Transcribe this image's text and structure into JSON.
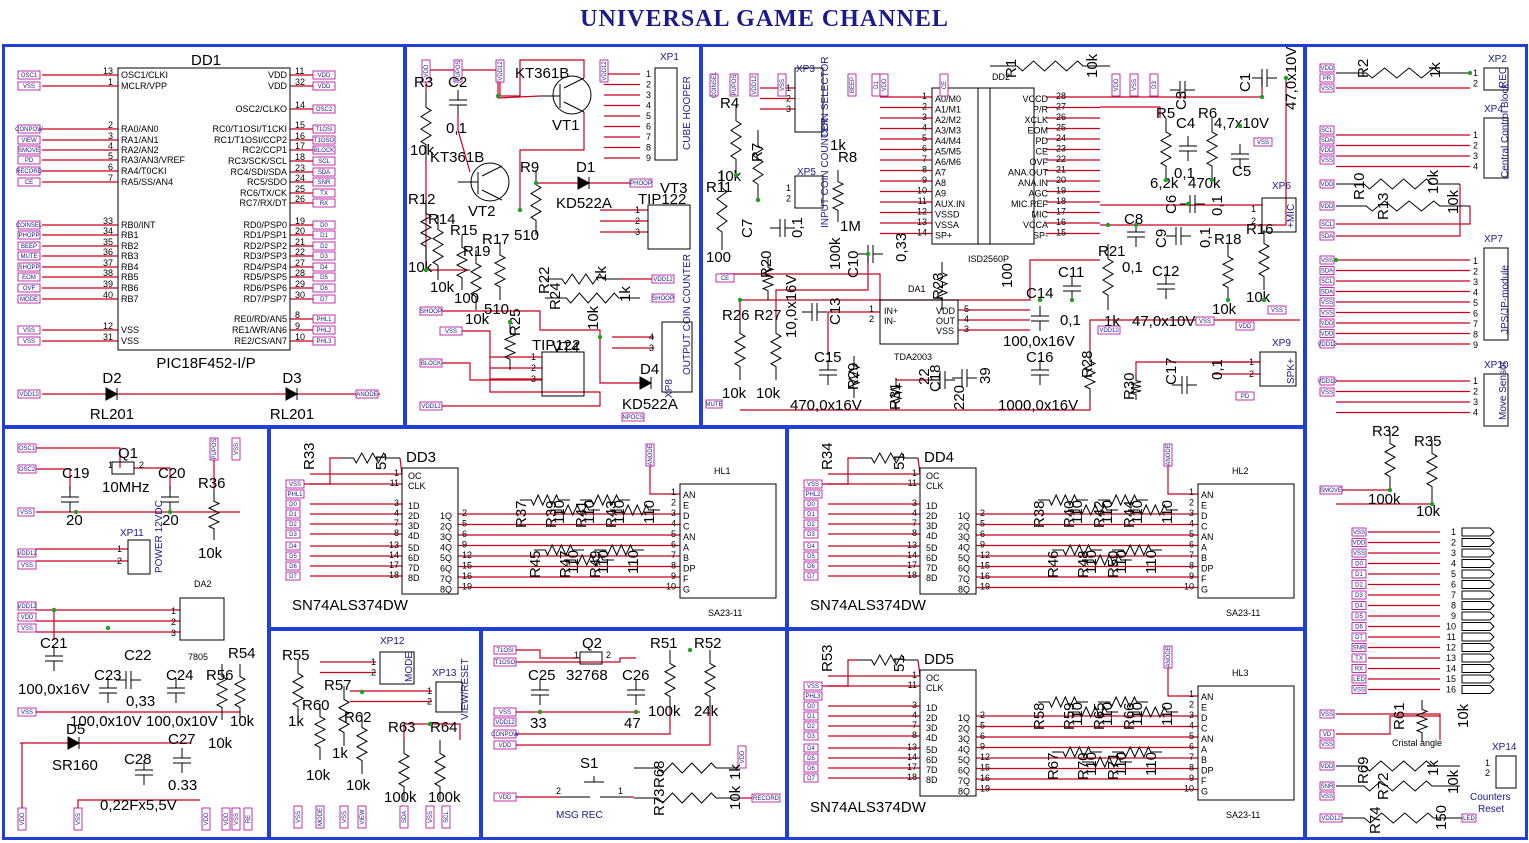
{
  "title": "UNIVERSAL GAME CHANNEL",
  "colors": {
    "wire": "#c8001e",
    "frame": "#1f3fd6",
    "text": "#000000",
    "connector_label": "#1a1a8c",
    "tag_border": "#b0009a",
    "node": "#1fa01f"
  },
  "chips": {
    "dd1": {
      "ref": "DD1",
      "part": "PIC18F452-I/P",
      "left_pins": [
        {
          "num": "13",
          "name": "OSC1/CLKI"
        },
        {
          "num": "1",
          "name": "MCLR/VPP"
        },
        {
          "num": "2",
          "name": "RA0/AN0"
        },
        {
          "num": "3",
          "name": "RA1/AN1"
        },
        {
          "num": "4",
          "name": "RA2/AN2"
        },
        {
          "num": "5",
          "name": "RA3/AN3/VREF"
        },
        {
          "num": "6",
          "name": "RA4/T0CKI"
        },
        {
          "num": "7",
          "name": "RA5/SS/AN4"
        },
        {
          "num": "33",
          "name": "RB0/INT"
        },
        {
          "num": "34",
          "name": "RB1"
        },
        {
          "num": "35",
          "name": "RB2"
        },
        {
          "num": "36",
          "name": "RB3"
        },
        {
          "num": "37",
          "name": "RB4"
        },
        {
          "num": "38",
          "name": "RB5"
        },
        {
          "num": "39",
          "name": "RB6"
        },
        {
          "num": "40",
          "name": "RB7"
        },
        {
          "num": "12",
          "name": "VSS"
        },
        {
          "num": "31",
          "name": "VSS"
        }
      ],
      "right_pins": [
        {
          "num": "11",
          "name": "VDD"
        },
        {
          "num": "32",
          "name": "VDD"
        },
        {
          "num": "14",
          "name": "OSC2/CLKO"
        },
        {
          "num": "15",
          "name": "RC0/T1OSI/T1CKI"
        },
        {
          "num": "16",
          "name": "RC1/T1OSI/CCP2"
        },
        {
          "num": "17",
          "name": "RC2/CCP1"
        },
        {
          "num": "18",
          "name": "RC3/SCK/SCL"
        },
        {
          "num": "23",
          "name": "RC4/SDI/SDA"
        },
        {
          "num": "24",
          "name": "RC5/SDO"
        },
        {
          "num": "25",
          "name": "RC6/TX/CK"
        },
        {
          "num": "26",
          "name": "RC7/RX/DT"
        },
        {
          "num": "19",
          "name": "RD0/PSP0"
        },
        {
          "num": "20",
          "name": "RD1/PSP1"
        },
        {
          "num": "21",
          "name": "RD2/PSP2"
        },
        {
          "num": "22",
          "name": "RD3/PSP3"
        },
        {
          "num": "27",
          "name": "RD4/PSP4"
        },
        {
          "num": "28",
          "name": "RD5/PSP5"
        },
        {
          "num": "29",
          "name": "RD6/PSP6"
        },
        {
          "num": "30",
          "name": "RD7/PSP7"
        },
        {
          "num": "8",
          "name": "RE0/RD/AN5"
        },
        {
          "num": "9",
          "name": "RE1/WR/AN6"
        },
        {
          "num": "10",
          "name": "RE2/CS/AN7"
        }
      ]
    },
    "dd2": {
      "ref": "DD2",
      "part": "ISD2560P",
      "left_pins": [
        {
          "num": "1",
          "name": "A0/M0"
        },
        {
          "num": "2",
          "name": "A1/M1"
        },
        {
          "num": "3",
          "name": "A2/M2"
        },
        {
          "num": "4",
          "name": "A3/M3"
        },
        {
          "num": "5",
          "name": "A4/M4"
        },
        {
          "num": "6",
          "name": "A5/M5"
        },
        {
          "num": "7",
          "name": "A6/M6"
        },
        {
          "num": "8",
          "name": "A7"
        },
        {
          "num": "9",
          "name": "A8"
        },
        {
          "num": "10",
          "name": "A9"
        },
        {
          "num": "11",
          "name": "AUX.IN"
        },
        {
          "num": "12",
          "name": "VSSD"
        },
        {
          "num": "13",
          "name": "VSSA"
        },
        {
          "num": "14",
          "name": "SP+"
        }
      ],
      "right_pins": [
        {
          "num": "28",
          "name": "VCCD"
        },
        {
          "num": "27",
          "name": "P/R"
        },
        {
          "num": "26",
          "name": "XCLK"
        },
        {
          "num": "25",
          "name": "EOM"
        },
        {
          "num": "24",
          "name": "PD"
        },
        {
          "num": "23",
          "name": "CE"
        },
        {
          "num": "22",
          "name": "OVF"
        },
        {
          "num": "21",
          "name": "ANA.OUT"
        },
        {
          "num": "20",
          "name": "ANA.IN"
        },
        {
          "num": "19",
          "name": "AGC"
        },
        {
          "num": "18",
          "name": "MIC.REF"
        },
        {
          "num": "17",
          "name": "MIC"
        },
        {
          "num": "16",
          "name": "VCCA"
        },
        {
          "num": "15",
          "name": "SP-"
        }
      ]
    },
    "da1": {
      "ref": "DA1",
      "part": "TDA2003",
      "left": [
        "IN+",
        "IN-"
      ],
      "left_nums": [
        "1",
        "2"
      ],
      "right": [
        "VDD",
        "OUT",
        "VSS"
      ],
      "right_nums": [
        "5",
        "4",
        "3"
      ]
    },
    "da2": {
      "ref": "DA2",
      "part": "7805",
      "pins": [
        "1",
        "2",
        "3"
      ]
    },
    "dd3": {
      "ref": "DD3",
      "part": "SN74ALS374DW"
    },
    "dd4": {
      "ref": "DD4",
      "part": "SN74ALS374DW"
    },
    "dd5": {
      "ref": "DD5",
      "part": "SN74ALS374DW"
    },
    "latch_left": [
      {
        "num": "1",
        "name": "OC"
      },
      {
        "num": "11",
        "name": "CLK"
      },
      {
        "num": "3",
        "name": "1D"
      },
      {
        "num": "4",
        "name": "2D"
      },
      {
        "num": "7",
        "name": "3D"
      },
      {
        "num": "8",
        "name": "4D"
      },
      {
        "num": "13",
        "name": "5D"
      },
      {
        "num": "14",
        "name": "6D"
      },
      {
        "num": "17",
        "name": "7D"
      },
      {
        "num": "18",
        "name": "8D"
      }
    ],
    "latch_right": [
      {
        "num": "2",
        "name": "1Q"
      },
      {
        "num": "5",
        "name": "2Q"
      },
      {
        "num": "6",
        "name": "3Q"
      },
      {
        "num": "9",
        "name": "4Q"
      },
      {
        "num": "12",
        "name": "5Q"
      },
      {
        "num": "15",
        "name": "6Q"
      },
      {
        "num": "16",
        "name": "7Q"
      },
      {
        "num": "19",
        "name": "8Q"
      }
    ],
    "hl1": {
      "ref": "HL1",
      "part": "SA23-11"
    },
    "hl2": {
      "ref": "HL2",
      "part": "SA23-11"
    },
    "hl3": {
      "ref": "HL3",
      "part": "SA23-11"
    },
    "display_pins": [
      {
        "num": "1",
        "name": "AN"
      },
      {
        "num": "2",
        "name": "E"
      },
      {
        "num": "3",
        "name": "D"
      },
      {
        "num": "4",
        "name": "C"
      },
      {
        "num": "5",
        "name": "AN"
      },
      {
        "num": "6",
        "name": "A"
      },
      {
        "num": "7",
        "name": "B"
      },
      {
        "num": "8",
        "name": "DP"
      },
      {
        "num": "9",
        "name": "F"
      },
      {
        "num": "10",
        "name": "G"
      }
    ],
    "display_pins_hl3": [
      {
        "num": "1",
        "name": "AN"
      },
      {
        "num": "2",
        "name": "E"
      },
      {
        "num": "3",
        "name": "D"
      },
      {
        "num": "4",
        "name": "C"
      },
      {
        "num": "5",
        "name": "AN"
      },
      {
        "num": "6",
        "name": "A"
      },
      {
        "num": "7",
        "name": "B"
      },
      {
        "num": "8",
        "name": "DP"
      },
      {
        "num": "9",
        "name": "F"
      },
      {
        "num": "10",
        "name": "G"
      }
    ]
  },
  "connectors": {
    "xp1": {
      "ref": "XP1",
      "label": "CUBE HOOPER",
      "pins": [
        "1",
        "2",
        "3",
        "4",
        "5",
        "6",
        "7",
        "8",
        "9"
      ]
    },
    "xp2": {
      "ref": "XP2",
      "label": "REC",
      "pins": [
        "1",
        "2"
      ]
    },
    "xp3": {
      "ref": "XP3",
      "label": "COIN SELECTOR",
      "pins": [
        "1",
        "2",
        "3"
      ]
    },
    "xp4": {
      "ref": "XP4",
      "label": "Central Control Block",
      "pins": [
        "1",
        "2",
        "3",
        "4"
      ]
    },
    "xp5": {
      "ref": "XP5",
      "label": "INPUT COIN COUNTER",
      "pins": [
        "1",
        "2"
      ]
    },
    "xp6": {
      "ref": "XP6",
      "label": "+MIC",
      "pins": [
        "1",
        "2"
      ]
    },
    "xp7": {
      "ref": "XP7",
      "label": "JPS/JP-module",
      "pins": [
        "1",
        "2",
        "3",
        "4",
        "5",
        "6",
        "7",
        "8",
        "9"
      ]
    },
    "xp8": {
      "ref": "XP8",
      "label": "OUTPUT COIN COUNTER",
      "pins": [
        "1",
        "2"
      ]
    },
    "xp9": {
      "ref": "XP9",
      "label": "SPK+",
      "pins": [
        "1",
        "2"
      ]
    },
    "xp10": {
      "ref": "XP10",
      "label": "Move Sensor",
      "pins": [
        "1",
        "2",
        "3",
        "4"
      ]
    },
    "xp11": {
      "ref": "XP11",
      "label": "POWER 12VDC",
      "pins": [
        "1",
        "2"
      ]
    },
    "xp12": {
      "ref": "XP12",
      "label": "MODE",
      "pins": [
        "1",
        "2"
      ]
    },
    "xp13": {
      "ref": "XP13",
      "label": "VIEW/RESET",
      "pins": [
        "1",
        "2"
      ]
    },
    "xp14": {
      "ref": "XP14",
      "label": "Counters Reset",
      "pins": [
        "1",
        "2"
      ]
    },
    "bus": {
      "pins": [
        "1",
        "2",
        "3",
        "4",
        "5",
        "6",
        "7",
        "8",
        "9",
        "10",
        "11",
        "12",
        "13",
        "14",
        "15",
        "16"
      ]
    }
  },
  "components": {
    "r3": [
      "R3",
      "10k"
    ],
    "c2": [
      "C2",
      "0,1"
    ],
    "r12": [
      "R12",
      "10k"
    ],
    "r14": [
      "R14",
      "10k"
    ],
    "r15": [
      "R15",
      "100"
    ],
    "r19": [
      "R19",
      "10k"
    ],
    "r17": [
      "R17",
      "510"
    ],
    "vt1": [
      "VT1",
      "KT361B"
    ],
    "vt2": [
      "VT2",
      "KT361B"
    ],
    "r9": [
      "R9",
      "510"
    ],
    "d1": [
      "D1",
      "KD522A"
    ],
    "vt3": [
      "VT3",
      "TIP122"
    ],
    "r22": [
      "R22",
      "1k"
    ],
    "r24": [
      "R24",
      "1k"
    ],
    "r25": [
      "R25",
      "10k"
    ],
    "vt4": [
      "VT4",
      "TIP122"
    ],
    "d4": [
      "D4",
      "KD522A"
    ],
    "r4": [
      "R4",
      ""
    ],
    "r7": [
      "R7",
      "1k"
    ],
    "r8": [
      "R8",
      "1M"
    ],
    "r11": [
      "R11",
      "10k"
    ],
    "c7": [
      "C7",
      "0,1"
    ],
    "r20": [
      "R20",
      "100k"
    ],
    "c10": [
      "C10",
      "0,33"
    ],
    "r23": [
      "R23",
      "100"
    ],
    "r1": [
      "R1",
      "10k"
    ],
    "r5": [
      "R5",
      "6,2k"
    ],
    "c4": [
      "C4",
      "0,1"
    ],
    "c3": [
      "C3",
      ""
    ],
    "r6": [
      "R6",
      "470k"
    ],
    "c5": [
      "C5",
      "4,7x10V"
    ],
    "c1": [
      "C1",
      "47,0x10V"
    ],
    "r2": [
      "R2",
      "1k"
    ],
    "c6": [
      "C6",
      "0,1"
    ],
    "c8": [
      "C8",
      "0,1"
    ],
    "c9": [
      "C9",
      "0,1"
    ],
    "r18": [
      "R18",
      "10k"
    ],
    "r16": [
      "R16",
      "10k"
    ],
    "r21": [
      "R21",
      "1k"
    ],
    "c12": [
      "C12",
      "47,0x10V"
    ],
    "c11": [
      "C11",
      "0,1"
    ],
    "c14": [
      "C14",
      "100,0x16V"
    ],
    "c16": [
      "C16",
      "1000,0x16V"
    ],
    "r26": [
      "R26",
      "10k"
    ],
    "r27": [
      "R27",
      "10k"
    ],
    "c13": [
      "C13",
      "10,0x16V"
    ],
    "c15": [
      "C15",
      "470,0x16V"
    ],
    "r29": [
      "R29",
      ""
    ],
    "r31": [
      "R31",
      "22"
    ],
    "c18": [
      "C18",
      "220"
    ],
    "c18b": [
      "",
      "39"
    ],
    "r28": [
      "R28",
      ""
    ],
    "r30": [
      "R30",
      ""
    ],
    "c17": [
      "C17",
      "0,1"
    ],
    "r10": [
      "R10",
      "10k"
    ],
    "r13": [
      "R13",
      "10k"
    ],
    "r32": [
      "R32",
      "100k"
    ],
    "r35": [
      "R35",
      "10k"
    ],
    "q1": [
      "Q1",
      "10MHz"
    ],
    "c19": [
      "C19",
      "20"
    ],
    "c20": [
      "C20",
      "20"
    ],
    "r36": [
      "R36",
      "10k"
    ],
    "c21": [
      "C21",
      "100,0x16V"
    ],
    "c22": [
      "C22",
      "0,33"
    ],
    "c23": [
      "C23",
      "100,0x10V"
    ],
    "c24": [
      "C24",
      "100,0x10V"
    ],
    "r56": [
      "R56",
      "10k"
    ],
    "r54": [
      "R54",
      "10k"
    ],
    "d5": [
      "D5",
      "SR160"
    ],
    "c28": [
      "C28",
      "0,22Fx5,5V"
    ],
    "c27": [
      "C27",
      "0.33"
    ],
    "d2": [
      "D2",
      "RL201"
    ],
    "d3": [
      "D3",
      "RL201"
    ],
    "r33": [
      "R33",
      "51"
    ],
    "r34": [
      "R34",
      "51"
    ],
    "r53": [
      "R53",
      "51"
    ],
    "r55": [
      "R55",
      "1k"
    ],
    "r60": [
      "R60",
      "10k"
    ],
    "r57": [
      "R57",
      "1k"
    ],
    "r62": [
      "R62",
      "10k"
    ],
    "r63": [
      "R63",
      "100k"
    ],
    "r64": [
      "R64",
      "100k"
    ],
    "q2": [
      "Q2",
      "32768"
    ],
    "c25": [
      "C25",
      "33"
    ],
    "c26": [
      "C26",
      "47"
    ],
    "r51": [
      "R51",
      "100k"
    ],
    "r52": [
      "R52",
      "24k"
    ],
    "s1": [
      "S1",
      "MSG REC"
    ],
    "r68": [
      "R68",
      "1k"
    ],
    "r73": [
      "R73",
      "10k"
    ],
    "r61": [
      "R61",
      "10k"
    ],
    "r61_label": [
      "",
      "Cristal angle"
    ],
    "r69": [
      "R69",
      "1k"
    ],
    "r72": [
      "R72",
      "10k"
    ],
    "r74": [
      "R74",
      "150"
    ]
  },
  "dd3_res": [
    [
      "R37",
      "110"
    ],
    [
      "R39",
      "110"
    ],
    [
      "R41",
      "110"
    ],
    [
      "R43",
      "110"
    ],
    [
      "R45",
      "110"
    ],
    [
      "R47",
      "110"
    ],
    [
      "R49",
      "110"
    ]
  ],
  "dd4_res": [
    [
      "R38",
      "110"
    ],
    [
      "R40",
      "110"
    ],
    [
      "R42",
      "110"
    ],
    [
      "R44",
      "110"
    ],
    [
      "R46",
      "110"
    ],
    [
      "R48",
      "110"
    ],
    [
      "R50",
      "110"
    ]
  ],
  "dd5_res": [
    [
      "R58",
      "110"
    ],
    [
      "R59",
      "110"
    ],
    [
      "R65",
      "110"
    ],
    [
      "R66",
      "110"
    ],
    [
      "R67",
      "110"
    ],
    [
      "R70",
      "110"
    ],
    [
      "R71",
      "110"
    ]
  ],
  "tags": {
    "dd1_left": [
      "OSC1",
      "VSS",
      "CONPOW",
      "VIEW",
      "SMOVE",
      "PD",
      "RECORD",
      "CE",
      "COINSEL",
      "PHOPP",
      "BEEP",
      "MUTE",
      "SHOPP",
      "EOM",
      "OVF",
      "MODE",
      "VSS",
      "VSS"
    ],
    "dd1_right": [
      "VDD",
      "VDD",
      "OSC2",
      "T1OSI",
      "T1OSO",
      "BLOCK",
      "SCL",
      "SDA",
      "SNR",
      "TX",
      "RX",
      "D0",
      "D1",
      "D2",
      "D3",
      "D4",
      "D5",
      "D6",
      "D7",
      "PHL1",
      "PHL2",
      "PHL3"
    ],
    "dd1_bottom": [
      "VDD12",
      "ANODE"
    ],
    "vt_area": [
      "VDD",
      "PUPOS",
      "VDD12",
      "VDD12",
      "PHOOP",
      "VDD12",
      "SHOOP",
      "VSS",
      "BLOCK",
      "VDD12",
      "NPOCS"
    ],
    "dd2_area": [
      "COINSEL",
      "PUPOS",
      "VDD12",
      "CE",
      "VSS",
      "VDD",
      "BEEP",
      "VSS",
      "D1",
      "D3",
      "VDD",
      "VSS",
      "VDD",
      "MUTE",
      "VDD12",
      "VSS",
      "VSS",
      "PD",
      "EOM",
      "VSS",
      "VDD",
      "VSS",
      "VSS",
      "VDD12",
      "VSS"
    ],
    "right_col": [
      "VDD",
      "PR",
      "VSS",
      "SCL",
      "VDD",
      "SDA",
      "VSS",
      "VDD",
      "SCL",
      "SDA",
      "VSS",
      "SDA",
      "SCL",
      "SDA",
      "VSS",
      "VSS",
      "VDD",
      "VDD",
      "VDD12",
      "VDD12",
      "VDD12",
      "VSS",
      "VSS",
      "SMOVE"
    ],
    "bus": [
      "VSS",
      "VDD",
      "VSS",
      "D0",
      "D1",
      "D2",
      "D3",
      "D4",
      "D5",
      "D6",
      "D7",
      "SNR",
      "TX",
      "RX",
      "LED",
      "VSS"
    ],
    "bottom_right": [
      "VSS",
      "VD",
      "VSS",
      "VDD",
      "SNR",
      "VSS",
      "VDD12",
      "LED"
    ],
    "power": [
      "OSC1",
      "OSC2",
      "VSS",
      "VDD12",
      "VSS",
      "VDD12",
      "VDD",
      "VSS",
      "VSS",
      "VDD",
      "PUPOS",
      "VSS",
      "VSS",
      "VDD",
      "VDD",
      "RE"
    ],
    "latch": [
      "VSS",
      "PHL1",
      "D0",
      "D1",
      "D2",
      "D3",
      "D4",
      "D5",
      "D6",
      "D7",
      "ANODE"
    ],
    "latch2": [
      "VSS",
      "PHL2",
      "ANODE"
    ],
    "latch3": [
      "VSS",
      "PHL3",
      "ANODE"
    ],
    "mode": [
      "VSS",
      "MODE",
      "VDD",
      "VIEW",
      "SDA",
      "SCL"
    ],
    "rtc": [
      "T1OSI",
      "T1OSO",
      "VSS",
      "VDD12",
      "CONPOW",
      "VDD",
      "VDD",
      "VDD",
      "RECORD"
    ]
  }
}
